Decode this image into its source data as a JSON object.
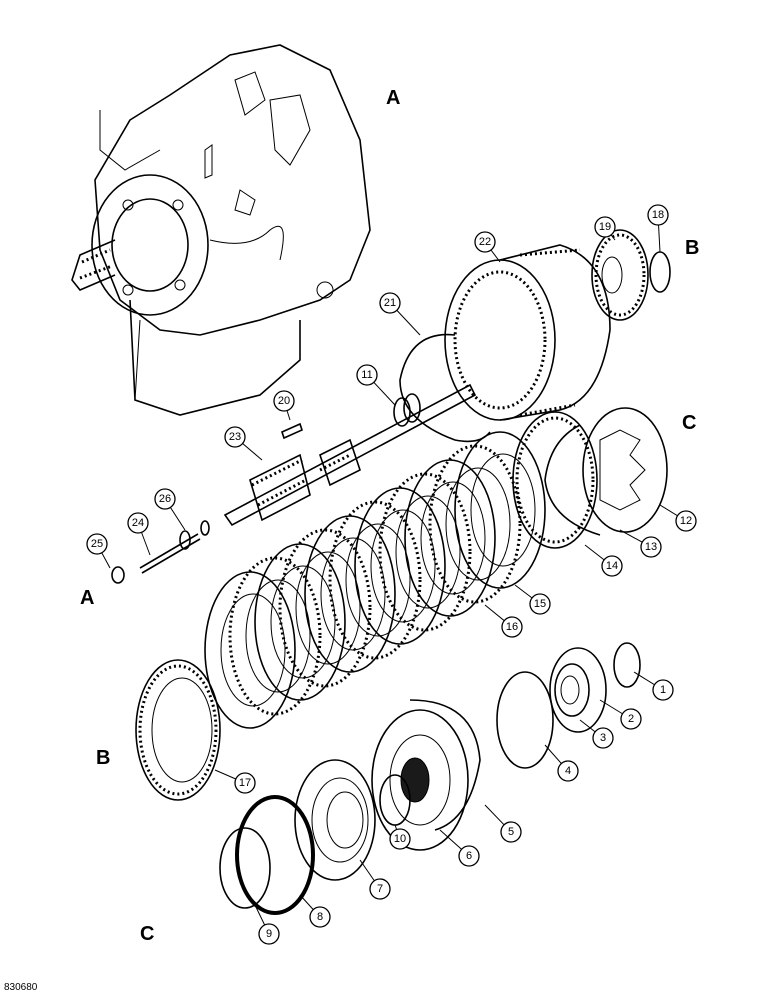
{
  "section_letters": [
    {
      "id": "a-top",
      "text": "A"
    },
    {
      "id": "b-top",
      "text": "B"
    },
    {
      "id": "c-top",
      "text": "C"
    },
    {
      "id": "a-left",
      "text": "A"
    },
    {
      "id": "b-left",
      "text": "B"
    },
    {
      "id": "c-bottom",
      "text": "C"
    }
  ],
  "callouts": [
    "1",
    "2",
    "3",
    "4",
    "5",
    "6",
    "7",
    "8",
    "9",
    "10",
    "11",
    "12",
    "13",
    "14",
    "15",
    "16",
    "17",
    "18",
    "19",
    "20",
    "21",
    "22",
    "23",
    "24",
    "25",
    "26"
  ],
  "drawing_code": "830680"
}
